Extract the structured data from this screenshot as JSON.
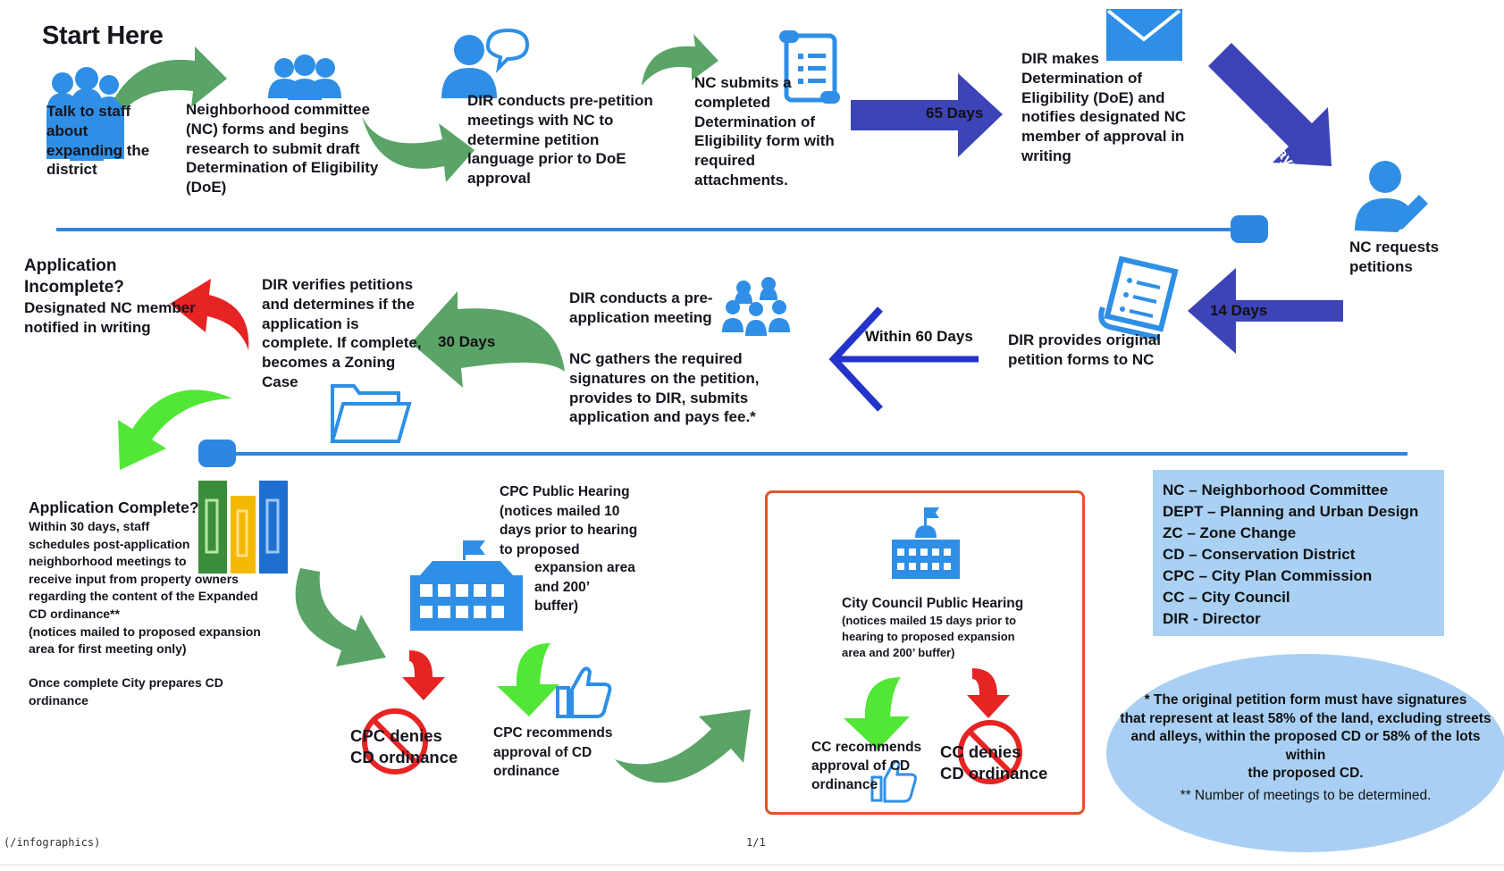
{
  "title": "Start Here",
  "row1": {
    "step1": "Talk to staff\nabout\nexpanding the\ndistrict",
    "step2": "Neighborhood committee\n(NC) forms and begins\nresearch to submit draft\nDetermination of Eligibility\n(DoE)",
    "step3": "DIR conducts pre-petition\nmeetings with NC to\ndetermine petition\nlanguage prior to DoE\napproval",
    "step4": "NC submits a\ncompleted\nDetermination of\nEligibility form with\nrequired\nattachments.",
    "arrow_65_days": "65 Days",
    "step5": "DIR makes\nDetermination of\nEligibility (DoE) and\nnotifies designated NC\nmember of approval in\nwriting",
    "diag_arrow_label": "65 Days"
  },
  "row2": {
    "nc_requests": "NC requests\npetitions",
    "arrow_14_days": "14 Days",
    "dir_provides": "DIR provides original\npetition forms to NC",
    "arrow_60_days": "Within 60 Days",
    "dir_pre_app": "DIR conducts a pre-\napplication meeting",
    "nc_gathers": "NC gathers the required\nsignatures on the petition,\nprovides to DIR,  submits\napplication and pays fee.*",
    "arrow_30_days": "30 Days",
    "dir_verifies": "DIR verifies petitions\nand determines if the\napplication is\ncomplete.  If complete,\nbecomes a Zoning\nCase",
    "incomplete_title": "Application\nIncomplete?",
    "incomplete_body": "Designated NC member\nnotified in writing"
  },
  "row3": {
    "complete_title": "Application Complete?",
    "complete_body": "Within 30 days, staff\nschedules  post-application\nneighborhood meetings to\nreceive input from property owners\nregarding the content of the Expanded\nCD ordinance**\n(notices mailed to proposed expansion\narea for first meeting only)",
    "complete_tail": "Once complete City prepares CD\nordinance",
    "cpc_hearing": "CPC Public Hearing\n(notices mailed 10\ndays prior to hearing\nto proposed",
    "cpc_hearing_cont": "expansion area\nand 200’\nbuffer)",
    "cpc_denies": "CPC denies\nCD ordinance",
    "cpc_recommends": "CPC recommends\napproval of CD\nordinance",
    "cc_hearing_title": "City Council Public Hearing",
    "cc_hearing_body": "(notices mailed 15 days prior to\nhearing to proposed expansion\narea and 200’ buffer)",
    "cc_recommends": "CC recommends\napproval of CD\nordinance",
    "cc_denies": "CC denies\nCD ordinance"
  },
  "legend": [
    "NC – Neighborhood Committee",
    "DEPT – Planning and Urban Design",
    "ZC – Zone Change",
    "CD – Conservation District",
    "CPC – City Plan Commission",
    "CC – City Council",
    "DIR - Director"
  ],
  "note": {
    "line1": "* The original petition form must have signatures\nthat represent at least 58% of the land, excluding streets\nand alleys, within the proposed CD or 58% of the lots within\nthe proposed CD.",
    "line2": "** Number of meetings to be determined."
  },
  "footer": {
    "left": "(/infographics)",
    "page": "1/1"
  },
  "colors": {
    "blue_icon": "#2f8fe6",
    "navy_arrow": "#3d44b8",
    "green_arrow": "#5aa467",
    "lime_arrow": "#52e637",
    "red_arrow": "#e62424",
    "timeline": "#2f86e0",
    "legend_bg": "#aad1f4",
    "note_bg": "#a9d0f4",
    "cc_border": "#e2552a"
  },
  "icons": [
    "people-icon",
    "group-icon",
    "speech-person-icon",
    "scroll-form-icon",
    "envelope-icon",
    "person-pen-icon",
    "document-list-icon",
    "meeting-icon",
    "folder-icon",
    "books-icon",
    "capitol-icon",
    "thumbs-up-icon",
    "no-sign-icon"
  ]
}
